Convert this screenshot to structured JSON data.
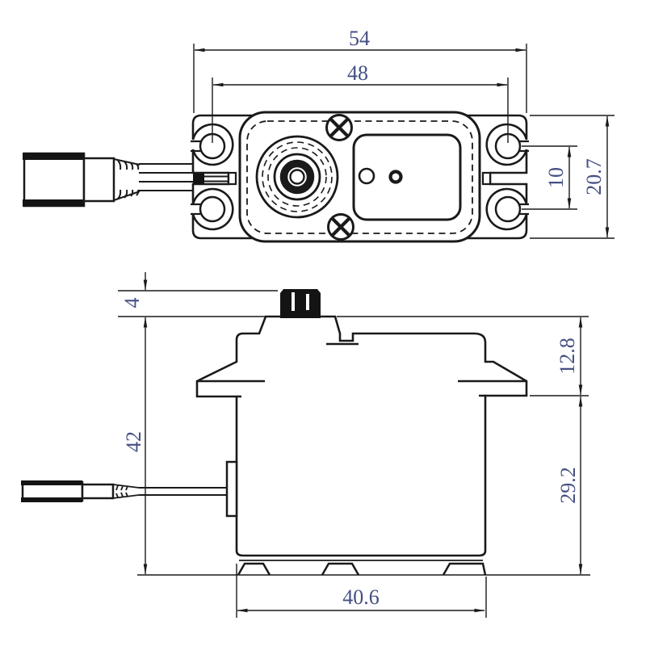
{
  "dimensions": {
    "top_view": {
      "overall_width": "54",
      "mounting_hole_span": "48",
      "mounting_hole_pitch": "10",
      "case_depth": "20.7"
    },
    "side_view": {
      "spline_height": "4",
      "height_to_spline_base": "42",
      "flange_to_top": "12.8",
      "flange_to_bottom": "29.2",
      "body_length": "40.6"
    }
  },
  "colors": {
    "line": "#1a1a1a",
    "dimension_text": "#455083",
    "background": "#ffffff"
  }
}
